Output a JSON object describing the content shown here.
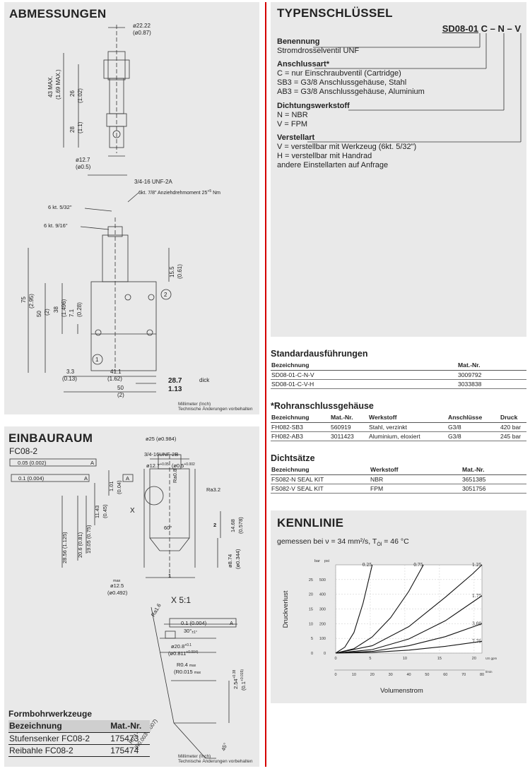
{
  "dim": {
    "title": "ABMESSUNGEN",
    "d1": "ø22.22",
    "d1_inch": "(ø0.87)",
    "l43": "43 MAX.",
    "l43_inch": "(1.69 MAX.)",
    "l26": "26",
    "l26_inch": "(1.02)",
    "l28": "28",
    "l28_inch": "(1.1)",
    "d12": "ø12.7",
    "d12_inch": "(ø0.5)",
    "thread": "3/4-16 UNF-2A",
    "torque": "6kt. 7/8\" Anziehdrehmoment 25",
    "torque_sup": "+5",
    "torque_unit": " Nm",
    "kt1": "6 kt. 5/32\"",
    "kt2": "6 kt. 9/16\"",
    "l75": "75",
    "l75_inch": "(2.95)",
    "l50v": "50",
    "l50v_inch": "(2)",
    "l38": "38",
    "l38_inch": "(1.496)",
    "l7": "7.1",
    "l7_inch": "(0.28)",
    "l155": "15.5",
    "l155_inch": "(0.61)",
    "h33": "3.3",
    "h33_inch": "(0.13)",
    "h411": "41.1",
    "h411_inch": "(1.62)",
    "h50": "50",
    "h50_inch": "(2)",
    "h287": "28.7",
    "h287_inch": "1.13",
    "dick": "dick",
    "port1": "1",
    "port2": "2",
    "note1": "Millimeter (Inch)",
    "note2": "Technische Änderungen vorbehalten"
  },
  "einbau": {
    "title": "EINBAURAUM",
    "sub": "FC08-2",
    "tol1": "0.05 (0.002)",
    "tol1_ref": "A",
    "tol2": "0.1 (0.004)",
    "tol2_ref": "A",
    "d25": "ø25 (ø0.984)",
    "thread": "3/4-16UNF-2B",
    "d127": "ø12.7",
    "d127_tol": "+0.05",
    "d127_inch": "(ø0.5",
    "d127_inch_tol": "+0.002",
    "ref_a": "A",
    "r101": "1.01",
    "r101_inch": "(0.04)",
    "r1143": "11.43",
    "r1143_inch": "(0.45)",
    "r1905": "19.05 (0.75)",
    "r206": "20.6 (0.81)",
    "r2856": "28.56 (1.125)",
    "ra32": "Ra3.2",
    "ra08": "Ra0.8",
    "angle60": "60°",
    "r1468": "14.68",
    "r1468_inch": "(0.578)",
    "r874": "ø8.74",
    "r874_inch": "(ø0.344)",
    "max": "max",
    "d125": "ø12.5",
    "d125_inch": "(ø0.492)",
    "x_label": "X",
    "port1": "1",
    "port2": "2",
    "scale": "X 5:1",
    "ra16": "Ra1.6",
    "tol3": "0.1 (0.004)",
    "tol3_ref": "A",
    "angle30": "30°",
    "angle30_tol": "±1°",
    "d208": "ø20.8",
    "d208_tol": "+0.1",
    "d208_inch": "(ø0.811",
    "d208_inch_tol": "+0.004)",
    "r04": "R0.4",
    "r04_inch": "(R0.015",
    "r04_max": "max",
    "r254": "2.54",
    "r254_tol": "+0.38",
    "r254_inch": "(0.1",
    "r254_inch_tol": "+0.015)",
    "r01": "R0.1-0.2",
    "r01_inch": "(R0.003-0.007)",
    "angle45": "45°",
    "note1": "Millimeter (Inch)",
    "note2": "Technische Änderungen vorbehalten"
  },
  "tools": {
    "title": "Formbohrwerkzeuge",
    "col1": "Bezeichnung",
    "col2": "Mat.-Nr.",
    "rows": [
      {
        "name": "Stufensenker FC08-2",
        "nr": "175473"
      },
      {
        "name": "Reibahle  FC08-2",
        "nr": "175474"
      }
    ]
  },
  "typ": {
    "title": "TYPENSCHLÜSSEL",
    "code_base": "SD08-01",
    "code_rest": " C – N – V",
    "groups": [
      {
        "head": "Benennung",
        "lines": [
          "Stromdrosselventil UNF"
        ]
      },
      {
        "head": "Anschlussart*",
        "lines": [
          "C      = nur Einschraubventil (Cartridge)",
          "SB3 = G3/8 Anschlussgehäuse, Stahl",
          "AB3 = G3/8 Anschlussgehäuse, Aluminium"
        ]
      },
      {
        "head": "Dichtungswerkstoff",
        "lines": [
          "N     = NBR",
          "V     = FPM"
        ]
      },
      {
        "head": "Verstellart",
        "lines": [
          "V     = verstellbar mit Werkzeug (6kt. 5/32\")",
          "H     = verstellbar mit Handrad",
          "andere Einstellarten auf Anfrage"
        ]
      }
    ]
  },
  "std": {
    "title": "Standardausführungen",
    "headers": [
      "Bezeichnung",
      "Mat.-Nr."
    ],
    "rows": [
      [
        "SD08-01-C-N-V",
        "3009792"
      ],
      [
        "SD08-01-C-V-H",
        "3033838"
      ]
    ]
  },
  "rohr": {
    "title": "*Rohranschlussgehäuse",
    "headers": [
      "Bezeichnung",
      "Mat.-Nr.",
      "Werkstoff",
      "Anschlüsse",
      "Druck"
    ],
    "rows": [
      [
        "FH082-SB3",
        "560919",
        "Stahl, verzinkt",
        "G3/8",
        "420 bar"
      ],
      [
        "FH082-AB3",
        "3011423",
        "Aluminium, eloxiert",
        "G3/8",
        "245 bar"
      ]
    ]
  },
  "dicht": {
    "title": "Dichtsätze",
    "headers": [
      "Bezeichnung",
      "Werkstoff",
      "Mat.-Nr."
    ],
    "rows": [
      [
        "FS082-N SEAL KIT",
        "NBR",
        "3651385"
      ],
      [
        "FS082-V SEAL KIT",
        "FPM",
        "3051756"
      ]
    ]
  },
  "kenn": {
    "title": "KENNLINIE",
    "sub_pre": "gemessen bei ν = 34 mm²/s, T",
    "sub_sub": "Öl",
    "sub_post": " = 46 °C"
  },
  "chart_data": {
    "type": "line",
    "ylabel": "Druckverlust",
    "xlabel": "Volumenstrom",
    "y_unit_bar": "bar",
    "y_unit_psi": "psi",
    "x_unit_gpm": "US gpm",
    "x_unit_lmin": "l/min",
    "y_bar_ticks": [
      "0",
      "5",
      "10",
      "15",
      "20",
      "25"
    ],
    "y_psi_ticks": [
      "0",
      "100",
      "200",
      "300",
      "400",
      "500"
    ],
    "x_gpm_ticks": [
      "0",
      "5",
      "10",
      "15",
      "20"
    ],
    "x_lmin_ticks": [
      "0",
      "10",
      "20",
      "30",
      "40",
      "50",
      "60",
      "70",
      "80"
    ],
    "ylim_bar": [
      0,
      30
    ],
    "xlim_lmin": [
      0,
      80
    ],
    "series": [
      {
        "name": "0.25",
        "x": [
          0,
          5,
          10,
          15,
          20
        ],
        "y": [
          0,
          2,
          7,
          17,
          30
        ]
      },
      {
        "name": "0.75",
        "x": [
          0,
          10,
          20,
          30,
          40,
          48
        ],
        "y": [
          0,
          1.5,
          5.5,
          12,
          21,
          30
        ]
      },
      {
        "name": "1.25",
        "x": [
          0,
          20,
          40,
          60,
          75,
          80
        ],
        "y": [
          0,
          2.5,
          9,
          19,
          27,
          30
        ]
      },
      {
        "name": "1.75",
        "x": [
          0,
          20,
          40,
          60,
          80
        ],
        "y": [
          0,
          1.2,
          4.8,
          11,
          19.5
        ]
      },
      {
        "name": "3.00",
        "x": [
          0,
          20,
          40,
          60,
          80
        ],
        "y": [
          0,
          0.6,
          2.5,
          5.6,
          10
        ]
      },
      {
        "name": "7.75",
        "x": [
          0,
          20,
          40,
          60,
          80
        ],
        "y": [
          0,
          0.25,
          1,
          2.3,
          4
        ]
      }
    ]
  }
}
